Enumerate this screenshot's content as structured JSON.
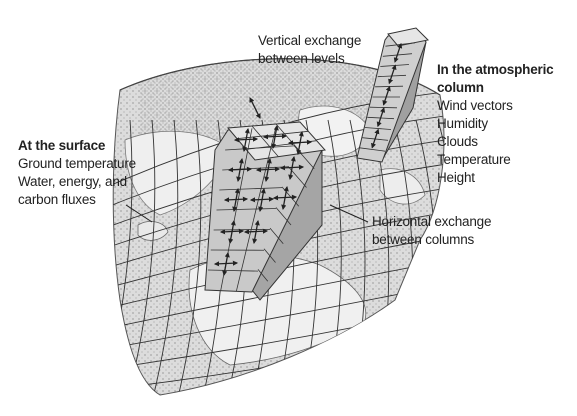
{
  "labels": {
    "vertical": {
      "lines": [
        "Vertical exchange",
        "between levels"
      ]
    },
    "atmosphere": {
      "heading": [
        "In the atmospheric",
        "column"
      ],
      "items": [
        "Wind vectors",
        "Humidity",
        "Clouds",
        "Temperature",
        "Height"
      ]
    },
    "surface": {
      "heading": "At the surface",
      "items": [
        "Ground temperature",
        "Water, energy, and",
        "carbon fluxes"
      ]
    },
    "horizontal": {
      "lines": [
        "Horizontal exchange",
        "between columns"
      ]
    }
  },
  "colors": {
    "globe_fill": "#d9d9d9",
    "land_fill": "#e8e8e8",
    "ocean_stipple": "#7a7a7a",
    "grid_line": "#333333",
    "box_front": "#c8c8c8",
    "box_side": "#9e9e9e",
    "box_top": "#e4e4e4",
    "arrow": "#222222",
    "text": "#222222"
  }
}
